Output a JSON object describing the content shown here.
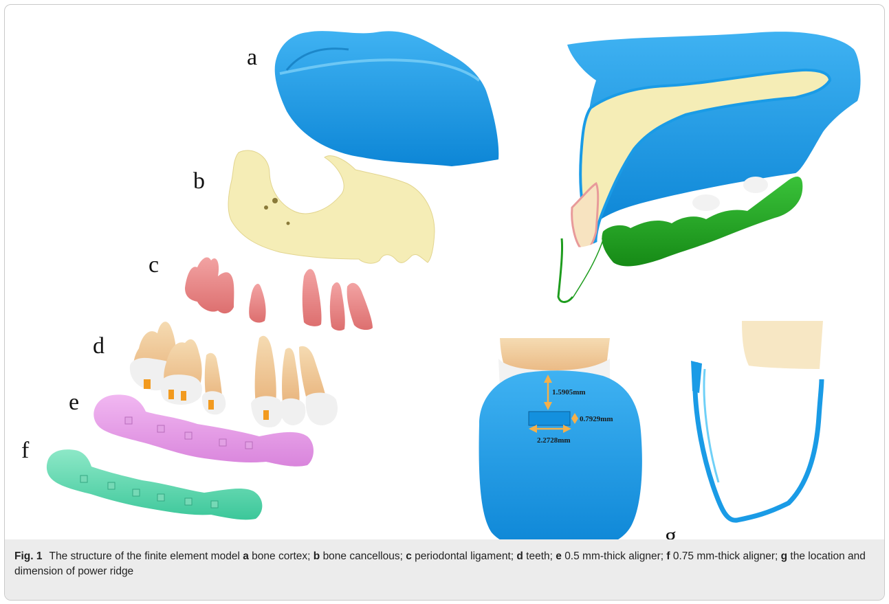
{
  "panels": {
    "a": "a",
    "b": "b",
    "c": "c",
    "d": "d",
    "e": "e",
    "f": "f",
    "g": "g"
  },
  "dimensions": {
    "height": "1.5905mm",
    "width": "2.2728mm",
    "depth": "0.7929mm"
  },
  "colors": {
    "cortex": "#1a9be6",
    "cancellous": "#f5edb6",
    "pdl": "#ec8b8b",
    "crown": "#f2f2f2",
    "root": "#f3cf9b",
    "attachment": "#f29a1f",
    "aligner_05": "#e79be8",
    "aligner_075": "#5fd8b0",
    "teeth_section": "#1fa31f",
    "arrow": "#f5b04a"
  },
  "caption": {
    "fig_label": "Fig. 1",
    "intro": "The structure of the finite element model",
    "items": [
      {
        "letter": "a",
        "text": "bone cortex;"
      },
      {
        "letter": "b",
        "text": "bone cancellous;"
      },
      {
        "letter": "c",
        "text": "periodontal ligament;"
      },
      {
        "letter": "d",
        "text": "teeth;"
      },
      {
        "letter": "e",
        "text": "0.5 mm-thick aligner;"
      },
      {
        "letter": "f",
        "text": "0.75 mm-thick aligner;"
      },
      {
        "letter": "g",
        "text": "the location and dimension of power ridge"
      }
    ]
  }
}
